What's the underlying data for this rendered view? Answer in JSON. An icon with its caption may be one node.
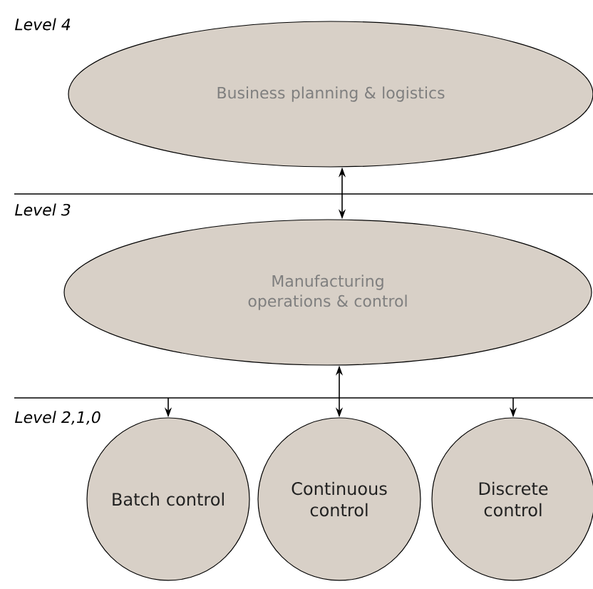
{
  "diagram": {
    "nodes": [
      {
        "text": [
          "Business planning & logistics"
        ]
      },
      {
        "text": [
          "Manufacturing operations & control"
        ]
      },
      {
        "text": [
          "Batch control"
        ]
      },
      {
        "text": [
          "Continuous control"
        ]
      },
      {
        "text": [
          "Discrete control"
        ]
      }
    ],
    "edges": [
      {
        "from": 0,
        "to": 1,
        "arrow": "both"
      },
      {
        "from": 1,
        "to": 3,
        "arrow": "both"
      },
      {
        "from": null,
        "to": 2,
        "arrow": "to"
      },
      {
        "from": null,
        "to": 4,
        "arrow": "to"
      }
    ],
    "labels": [
      "Level 4",
      "Level 3",
      "Level 2,1,0"
    ]
  }
}
